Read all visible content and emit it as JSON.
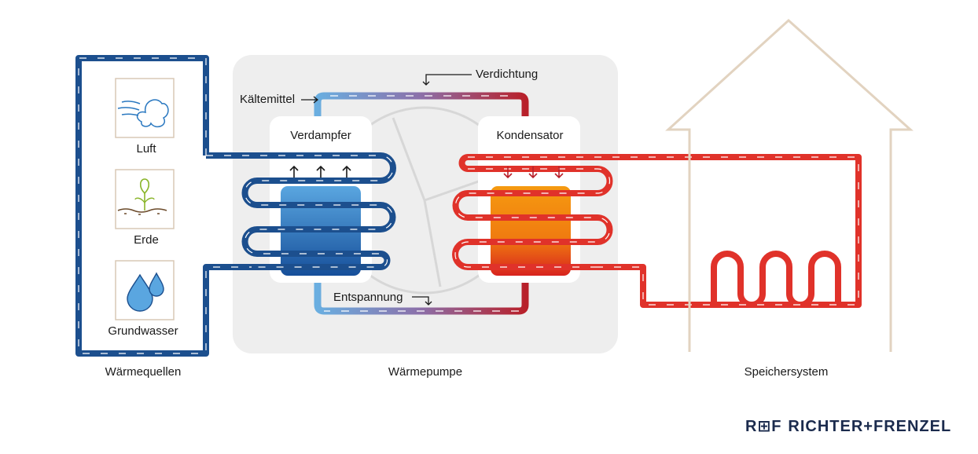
{
  "labels": {
    "luft": "Luft",
    "erde": "Erde",
    "grundwasser": "Grundwasser",
    "waermequellen": "Wärmequellen",
    "waermepumpe": "Wärmepumpe",
    "speichersystem": "Speichersystem",
    "verdampfer": "Verdampfer",
    "kondensator": "Kondensator",
    "kaeltemittel": "Kältemittel",
    "verdichtung": "Verdichtung",
    "entspannung": "Entspannung"
  },
  "logo": {
    "mark": "R⊞F",
    "text": "RICHTER+FRENZEL"
  },
  "colors": {
    "source_loop": "#1c4f8e",
    "heating_loop": "#e0322a",
    "refrigerant_cold": "#6aaee0",
    "refrigerant_hot": "#b8202a",
    "pump_panel": "#eeeeee",
    "house_outline": "#e2d3c0",
    "evaporator": "#2a6db5",
    "condenser": "#f08a10"
  }
}
